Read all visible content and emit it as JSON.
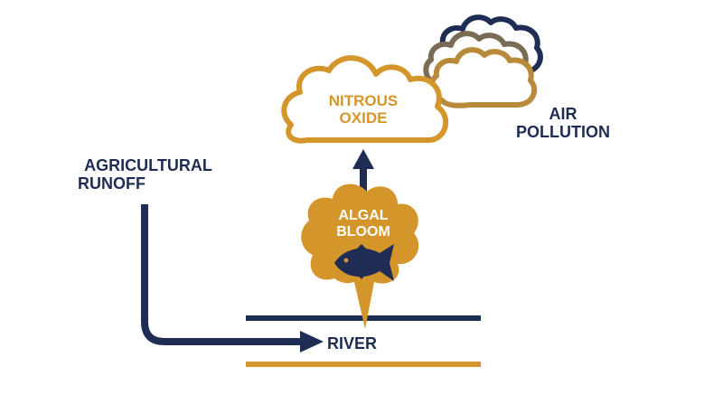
{
  "colors": {
    "navy": "#1f2d55",
    "gold": "#d4962a",
    "white": "#ffffff"
  },
  "nodes": {
    "agricultural_runoff": {
      "line1": "AGRICULTURAL",
      "line2": "RUNOFF"
    },
    "river": {
      "label": "RIVER"
    },
    "algal_bloom": {
      "line1": "ALGAL",
      "line2": "BLOOM",
      "icon": "fish-icon"
    },
    "nitrous_oxide": {
      "line1": "NITROUS",
      "line2": "OXIDE"
    },
    "air_pollution": {
      "line1": "AIR",
      "line2": "POLLUTION",
      "icon": "smoke-cloud-icon"
    }
  },
  "edges": [
    {
      "from": "agricultural_runoff",
      "to": "river"
    },
    {
      "from": "algal_bloom",
      "to": "nitrous_oxide"
    }
  ]
}
